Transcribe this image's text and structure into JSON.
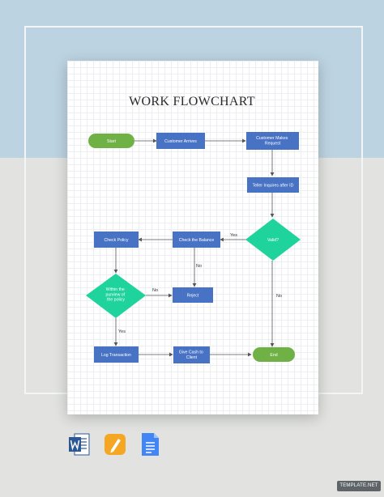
{
  "document": {
    "title": "WORK FLOWCHART"
  },
  "nodes": {
    "start": "Start",
    "customer_arrives": "Customer Arrives",
    "customer_makes_request": [
      "Customer Makes",
      "Request"
    ],
    "teller_inquires": "Teller Inquires after ID",
    "valid": "Valid?",
    "check_balance": "Check the Balance",
    "check_policy": "Check Policy",
    "within_policy": [
      "Within the",
      "purview of",
      "the policy"
    ],
    "reject": "Reject",
    "log_transaction": "Log Transaction",
    "give_cash": [
      "Give Cash to",
      "Client"
    ],
    "end": "End"
  },
  "edge_labels": {
    "valid_yes": "Yes",
    "valid_no": "No",
    "balance_no": "No",
    "policy_no": "No",
    "policy_yes": "Yes"
  },
  "colors": {
    "process": "#4872c4",
    "decision": "#1ed39c",
    "terminal": "#6fb144",
    "arrow": "#555555"
  },
  "icons": {
    "word": "word-icon",
    "pages": "pages-icon",
    "docs": "google-docs-icon"
  },
  "watermark": "TEMPLATE.NET"
}
